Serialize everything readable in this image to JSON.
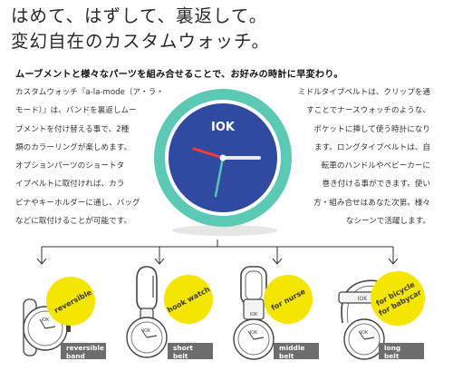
{
  "headline": {
    "line1": "はめて、はずして、裏返して。",
    "line2": "変幻自在のカスタムウォッチ。"
  },
  "lead": "ムーブメントと様々なパーツを組み合せることで、お好みの時計に早変わり。",
  "left_text": [
    "カスタムウォッチ『a-la-mode（ア・ラ・",
    "モード）』は、バンドを裏返しムー",
    "ブメントを付け替える事で、2種",
    "類のカラーリングが楽しめます。",
    "オプションパーツのショートタ",
    "イプベルトに取付ければ、カラ",
    "ビナやキーホルダーに通し、バッグ",
    "などに取付けることが可能です。"
  ],
  "right_text": [
    "ミドルタイプベルトは、クリップを通",
    "すことでナースウォッチのような、",
    "ポケットに挿して使う時計になり",
    "ます。ロングタイプベルトは、自",
    "転車のハンドルやベビーカーに",
    "巻き付ける事ができます。使い",
    "方・組み合せはあなた次第。様々",
    "なシーンで活躍します。"
  ],
  "watch": {
    "logo": "IOK",
    "colors": {
      "face": "#2f4aa0",
      "bezel": "#5cc9b4",
      "crown": "#2f4aa0",
      "hand_hour": "#e8e8e8",
      "hand_minute": "#ff3b30",
      "hand_second": "#54c7b0"
    }
  },
  "variants": [
    {
      "badge": [
        "reversible"
      ],
      "label": [
        "reversible",
        "band"
      ]
    },
    {
      "badge": [
        "hook watch"
      ],
      "label": [
        "short",
        "belt"
      ]
    },
    {
      "badge": [
        "for nurse"
      ],
      "label": [
        "middle",
        "belt"
      ]
    },
    {
      "badge": [
        "for bicycle",
        "for babycar"
      ],
      "label": [
        "long",
        "belt"
      ]
    }
  ],
  "product_print": "IOK",
  "badge_color": "#f4e600"
}
